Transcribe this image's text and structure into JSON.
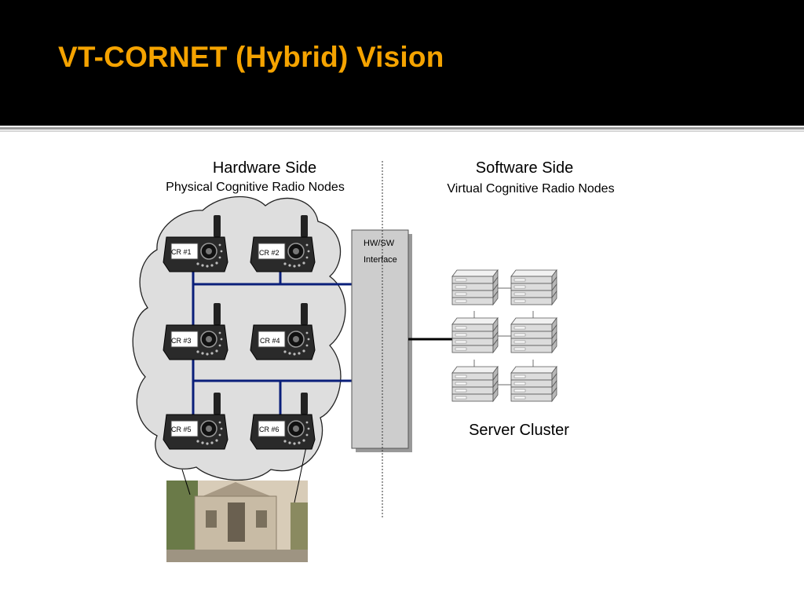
{
  "slide": {
    "title": "VT-CORNET (Hybrid) Vision"
  },
  "colors": {
    "title": "#f5a300",
    "header_bg": "#000000",
    "link": "#0a1f7a",
    "cloud": "#dedede"
  },
  "hardware": {
    "heading": "Hardware Side",
    "subheading": "Physical Cognitive Radio Nodes",
    "nodes": [
      "CR #1",
      "CR #2",
      "CR #3",
      "CR #4",
      "CR #5",
      "CR #6"
    ]
  },
  "software": {
    "heading": "Software  Side",
    "subheading": "Virtual Cognitive Radio Nodes",
    "cluster_label": "Server Cluster",
    "server_count": 6
  },
  "interface": {
    "line1": "HW/SW",
    "line2": "Interface"
  },
  "icons": {
    "radio": "handheld-radio-icon",
    "server": "server-rack-icon",
    "building": "building-photo-icon"
  }
}
